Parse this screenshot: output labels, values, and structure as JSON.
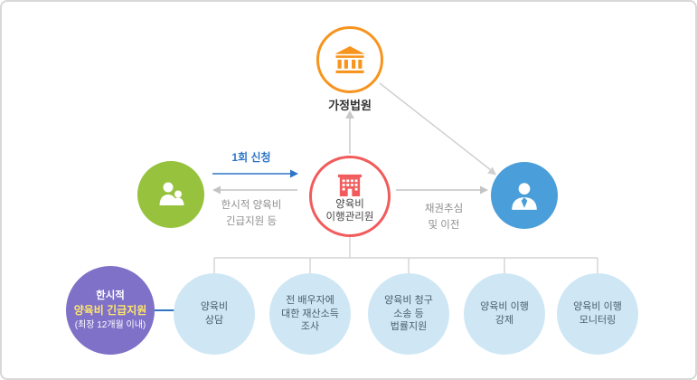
{
  "diagram": {
    "court": {
      "label": "가정법원"
    },
    "agency": {
      "label": "양육비\n이행관리원"
    },
    "arrows": {
      "apply_once": "1회 신청",
      "temp_support": "한시적 양육비\n긴급지원 등",
      "debt_collection": "채권추심\n및 이전"
    },
    "services": [
      {
        "label": "양육비\n상담"
      },
      {
        "label": "전 배우자에\n대한 재산소득\n조사"
      },
      {
        "label": "양육비 청구\n소송 등\n법률지원"
      },
      {
        "label": "양육비 이행\n강제"
      },
      {
        "label": "양육비 이행\n모니터링"
      }
    ],
    "emergency_bubble": {
      "line1": "한시적",
      "line2": "양육비 긴급지원",
      "line3": "(최장 12개월 이내)"
    },
    "colors": {
      "court_orange": "#f7941e",
      "parent_green": "#96c23d",
      "agency_red": "#f15b5b",
      "person_blue": "#4a9ed9",
      "service_light_blue": "#cfe7f5",
      "bubble_purple": "#7f70c8",
      "accent_blue": "#2e75c8",
      "highlight_yellow": "#ffe76b",
      "connector_gray": "#c9c9c9"
    },
    "icons": {
      "court": "courthouse-icon",
      "parent": "parent-child-icon",
      "agency": "building-icon",
      "debtor": "person-icon"
    }
  }
}
